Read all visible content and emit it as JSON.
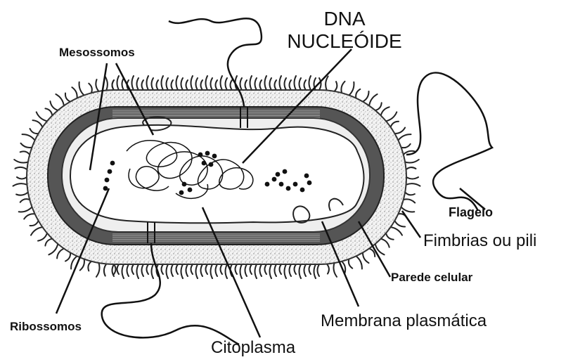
{
  "labels": {
    "dna_line1": "DNA",
    "dna_line2": "NUCLEÓIDE",
    "mesossomos": "Mesossomos",
    "flagelo": "Flagelo",
    "fimbrias": "Fimbrias ou pili",
    "parede": "Parede celular",
    "membrana": "Membrana plasmática",
    "citoplasma": "Citoplasma",
    "ribossomos": "Ribossomos"
  }
}
